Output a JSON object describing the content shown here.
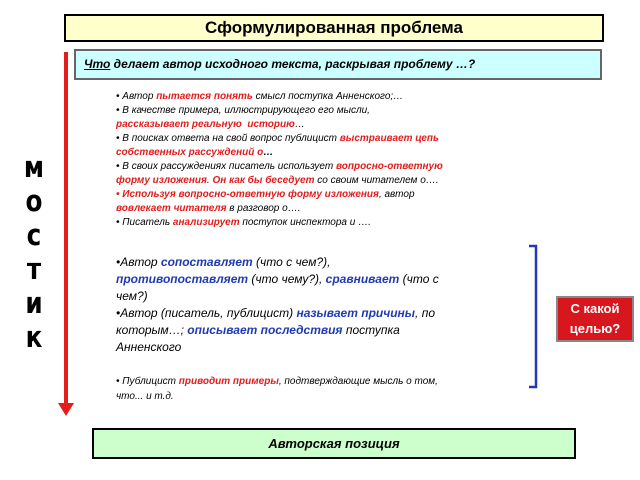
{
  "title": "Сформулированная проблема",
  "question": {
    "underlined": "Что",
    "rest": " делает автор исходного текста, раскрывая проблему …?"
  },
  "side_word": [
    "м",
    "о",
    "с",
    "т",
    "и",
    "к"
  ],
  "list1": {
    "i1": {
      "a": "• Автор ",
      "b": "пытается понять",
      "c": " смысл поступка Анненского;…"
    },
    "i2": {
      "a": "• В качестве примера, иллюстрирующего его мысли,",
      "b": "рассказывает реальную",
      "c": "историю",
      "d": "…"
    },
    "i3": {
      "a": "• В поисках ответа на свой вопрос публицист ",
      "b": "выстраивает цепь",
      "c": "собственных рассуждений о",
      "d": "…"
    },
    "i4": {
      "a": "• В своих рассуждениях писатель использует ",
      "b": "вопросно-ответную",
      "c": "форму изложения",
      "d": ". ",
      "e": "Он как бы беседует",
      "f": " со своим читателем о…."
    },
    "i5": {
      "a": "• Используя вопросно-ответную форму изложения",
      "b": ", автор",
      "c": "вовлекает читателя",
      "d": " в разговор о…."
    },
    "i6": {
      "a": "• Писатель ",
      "b": "анализирует",
      "c": " поступок инспектора и …."
    }
  },
  "list2": {
    "p1": {
      "a": "•Автор  ",
      "b": "сопоставляет",
      "c": " (что с чем?),",
      "d": "противопоставляет",
      "e": " (что чему?), ",
      "f": "сравнивает",
      "g": " (что с",
      "h": "чем?)"
    },
    "p2": {
      "a": "•Автор (писатель, публицист) ",
      "b": "называет причины",
      "c": ", по",
      "d": "которым…; ",
      "e": "описывает последствия",
      "f": " поступка",
      "g": "Анненского"
    }
  },
  "list3": {
    "a": "• Публицист ",
    "b": "приводит примеры",
    "c": ", подтверждающие мысль о том,",
    "d": "что... и т.д."
  },
  "goal": {
    "line1": "С какой",
    "line2": "целью?"
  },
  "position": "Авторская позиция",
  "colors": {
    "title_bg": "#ffffcc",
    "question_bg": "#ccffff",
    "accent_red": "#e31c1c",
    "accent_blue": "#1f3ab3",
    "bottom_bg": "#ccffcc"
  }
}
